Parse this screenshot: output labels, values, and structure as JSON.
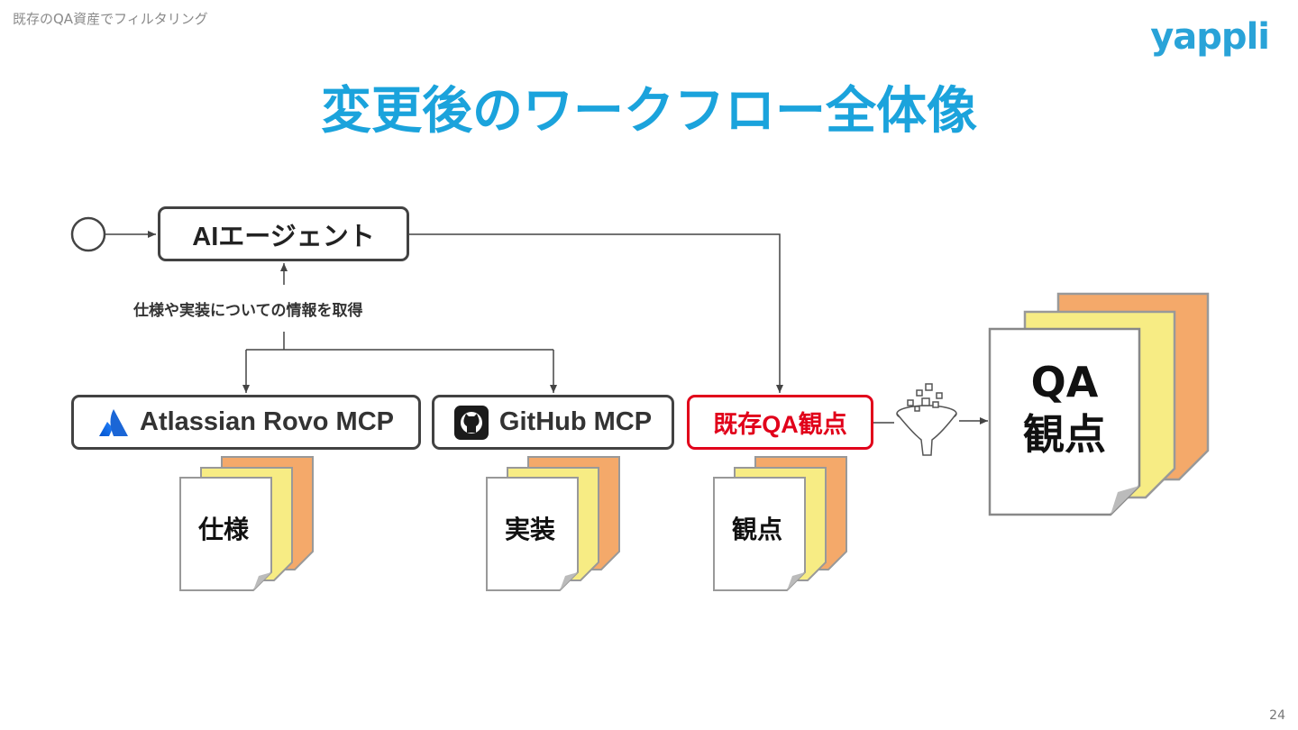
{
  "header": {
    "breadcrumb": "既存のQA資産でフィルタリング",
    "logo": "yappli",
    "title": "変更後のワークフロー全体像",
    "page_number": "24"
  },
  "nodes": {
    "ai_agent": "AIエージェント",
    "atlassian": "Atlassian Rovo MCP",
    "github": "GitHub MCP",
    "existing_qa": "既存QA観点"
  },
  "annotations": {
    "info_retrieval": "仕様や実装についての情報を取得"
  },
  "documents": {
    "spec": "仕様",
    "impl": "実装",
    "viewpoint": "観点",
    "output_line1": "QA",
    "output_line2": "観点"
  },
  "colors": {
    "title": "#1ba3dc",
    "highlight": "#e1001a",
    "doc_back": "#f4a96a",
    "doc_mid": "#f7ec84",
    "doc_front": "#ffffff"
  }
}
